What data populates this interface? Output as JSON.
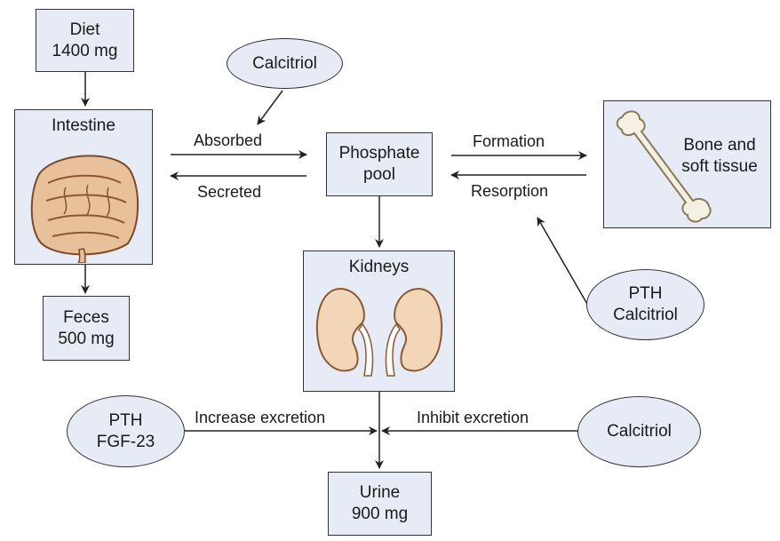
{
  "diet": {
    "title": "Diet",
    "amount": "1400 mg"
  },
  "intestine": {
    "title": "Intestine"
  },
  "feces": {
    "title": "Feces",
    "amount": "500 mg"
  },
  "phosphate_pool": {
    "line1": "Phosphate",
    "line2": "pool"
  },
  "kidneys": {
    "title": "Kidneys"
  },
  "urine": {
    "title": "Urine",
    "amount": "900 mg"
  },
  "bone": {
    "line1": "Bone and",
    "line2": "soft tissue"
  },
  "ellipses": {
    "calcitriol_top": "Calcitriol",
    "pth_calcitriol": {
      "line1": "PTH",
      "line2": "Calcitriol"
    },
    "pth_fgf": {
      "line1": "PTH",
      "line2": "FGF-23"
    },
    "calcitriol_right": "Calcitriol"
  },
  "arrows": {
    "absorbed": "Absorbed",
    "secreted": "Secreted",
    "formation": "Formation",
    "resorption": "Resorption",
    "increase_excretion": "Increase excretion",
    "inhibit_excretion": "Inhibit excretion"
  }
}
